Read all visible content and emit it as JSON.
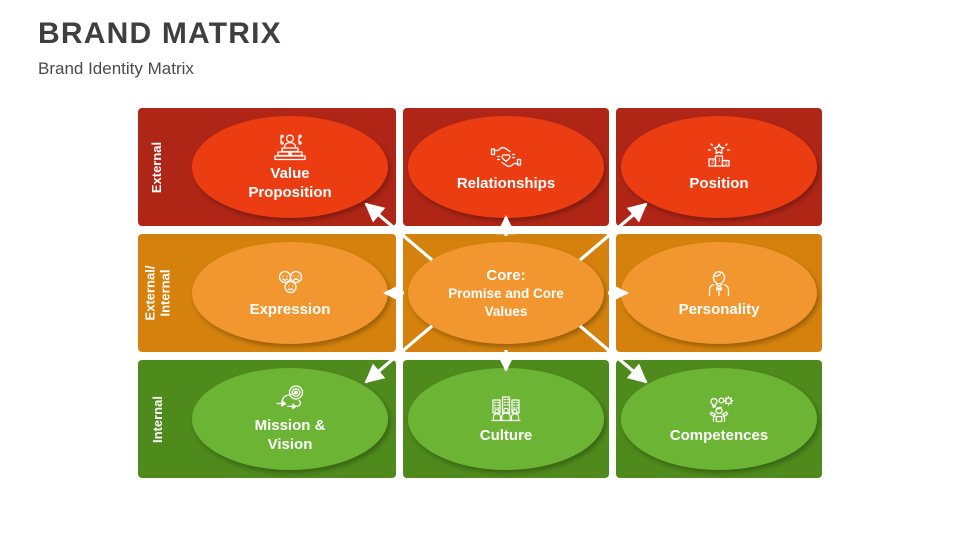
{
  "header": {
    "title": "BRAND MATRIX",
    "subtitle": "Brand Identity Matrix"
  },
  "colors": {
    "band_external": "#b02616",
    "band_external_internal": "#d4820d",
    "band_internal": "#4e8a1c",
    "ellipse_external": "#ec3c12",
    "ellipse_external_internal": "#f2962f",
    "ellipse_internal": "#6cb433",
    "title_text": "#3f3f3f",
    "label_text": "#ffffff",
    "arrow": "#ffffff",
    "page_background": "#ffffff"
  },
  "rows": [
    {
      "id": "external",
      "label": "External",
      "label_lines": [
        "External"
      ]
    },
    {
      "id": "external-internal",
      "label": "External/ Internal",
      "label_lines": [
        "External/",
        "Internal"
      ]
    },
    {
      "id": "internal",
      "label": "Internal",
      "label_lines": [
        "Internal"
      ]
    }
  ],
  "cells": {
    "value_proposition": {
      "label_line1": "Value",
      "label_line2": "Proposition",
      "icon": "value-proposition-icon"
    },
    "relationships": {
      "label": "Relationships",
      "icon": "hands-heart-icon"
    },
    "position": {
      "label": "Position",
      "icon": "podium-star-icon"
    },
    "expression": {
      "label": "Expression",
      "icon": "emoji-faces-icon"
    },
    "core": {
      "heading": "Core:",
      "sub_line1": "Promise and Core",
      "sub_line2": "Values",
      "icon": "none"
    },
    "personality": {
      "label": "Personality",
      "icon": "person-bowtie-icon"
    },
    "mission_vision": {
      "label_line1": "Mission &",
      "label_line2": "Vision",
      "icon": "target-dart-icon"
    },
    "culture": {
      "label": "Culture",
      "icon": "people-buildings-icon"
    },
    "competences": {
      "label": "Competences",
      "icon": "person-bulb-gear-icon"
    }
  },
  "arrows": [
    {
      "from": "core",
      "to": "value-proposition",
      "direction": "up-left"
    },
    {
      "from": "core",
      "to": "relationships",
      "direction": "up"
    },
    {
      "from": "core",
      "to": "position",
      "direction": "up-right"
    },
    {
      "from": "core",
      "to": "expression",
      "direction": "left"
    },
    {
      "from": "core",
      "to": "personality",
      "direction": "right"
    },
    {
      "from": "core",
      "to": "mission-vision",
      "direction": "down-left"
    },
    {
      "from": "core",
      "to": "culture",
      "direction": "down"
    },
    {
      "from": "core",
      "to": "competences",
      "direction": "down-right"
    }
  ]
}
